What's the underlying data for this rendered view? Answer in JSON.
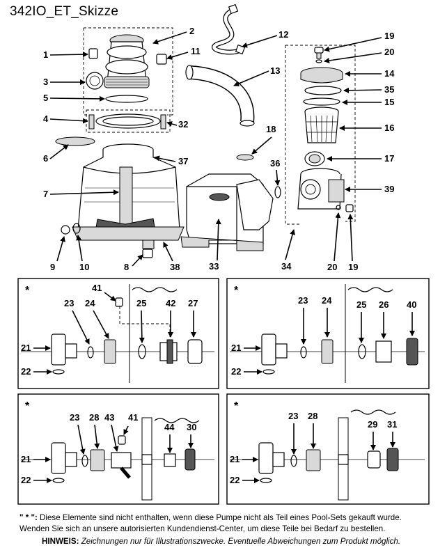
{
  "title": "342IO_ET_Skizze",
  "star_marker": "*",
  "main_labels": {
    "l1": "1",
    "l2": "2",
    "l3": "3",
    "l4": "4",
    "l5": "5",
    "l6": "6",
    "l7": "7",
    "l8": "8",
    "l9": "9",
    "l10": "10",
    "l11": "11",
    "l12": "12",
    "l13": "13",
    "l14": "14",
    "l15": "15",
    "l16": "16",
    "l17": "17",
    "l18": "18",
    "l19a": "19",
    "l19b": "19",
    "l20a": "20",
    "l20b": "20",
    "l32": "32",
    "l33": "33",
    "l34": "34",
    "l35": "35",
    "l36": "36",
    "l37": "37",
    "l38": "38",
    "l39": "39"
  },
  "panel1": {
    "p41": "41",
    "p23": "23",
    "p24": "24",
    "p25": "25",
    "p42": "42",
    "p27": "27",
    "p21": "21",
    "p22": "22"
  },
  "panel2": {
    "p23": "23",
    "p24": "24",
    "p25": "25",
    "p26": "26",
    "p40": "40",
    "p21": "21",
    "p22": "22"
  },
  "panel3": {
    "p23": "23",
    "p28": "28",
    "p43": "43",
    "p41": "41",
    "p44": "44",
    "p30": "30",
    "p21": "21",
    "p22": "22"
  },
  "panel4": {
    "p23": "23",
    "p28": "28",
    "p29": "29",
    "p31": "31",
    "p21": "21",
    "p22": "22"
  },
  "footer": {
    "note_prefix": "\" * \":",
    "note_line1": " Diese Elemente sind nicht enthalten, wenn diese Pumpe nicht als Teil eines Pool-Sets gekauft wurde.",
    "note_line2": "Wenden Sie sich an unsere autorisierten Kundendienst-Center, um diese Teile bei Bedarf zu bestellen.",
    "hint_label": "HINWEIS:",
    "hint_text": " Zeichnungen nur für Illustrationszwecke. Eventuelle Abweichungen zum Produkt möglich."
  }
}
